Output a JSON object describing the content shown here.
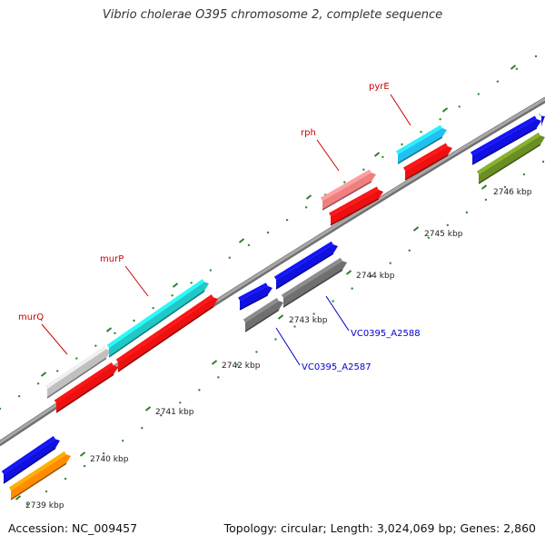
{
  "title": "Vibrio cholerae O395 chromosome 2, complete sequence",
  "footer": {
    "accession": "Accession: NC_009457",
    "stats": "Topology: circular; Length: 3,024,069 bp; Genes: 2,860"
  },
  "colors": {
    "backbone": "#8c8c8c",
    "tick_dot": "#2e8b2e",
    "gene_label_red": "#cc0000",
    "gene_label_blue": "#0000cc"
  },
  "scale_labels": [
    "2739 kbp",
    "2740 kbp",
    "2741 kbp",
    "2742 kbp",
    "2743 kbp",
    "2744 kbp",
    "2745 kbp",
    "2746 kbp"
  ],
  "gene_labels": [
    {
      "name": "murQ",
      "color": "#cc0000"
    },
    {
      "name": "murP",
      "color": "#cc0000"
    },
    {
      "name": "rph",
      "color": "#cc0000"
    },
    {
      "name": "pyrE",
      "color": "#cc0000"
    },
    {
      "name": "VC0395_A2587",
      "color": "#0000cc"
    },
    {
      "name": "VC0395_A2588",
      "color": "#0000cc"
    }
  ],
  "features": [
    {
      "color": "#1010e0",
      "lane": "outer"
    },
    {
      "color": "#ff8c00",
      "lane": "inner"
    },
    {
      "color": "#c0c0c0",
      "lane": "outer"
    },
    {
      "color": "#ee1010",
      "lane": "inner"
    },
    {
      "color": "#20c8c8",
      "lane": "outer"
    },
    {
      "color": "#ee1010",
      "lane": "inner"
    },
    {
      "color": "#1010e0",
      "lane": "outer"
    },
    {
      "color": "#707070",
      "lane": "inner"
    },
    {
      "color": "#1010e0",
      "lane": "outer"
    },
    {
      "color": "#707070",
      "lane": "inner"
    },
    {
      "color": "#f08080",
      "lane": "outer"
    },
    {
      "color": "#ee1010",
      "lane": "inner"
    },
    {
      "color": "#20c0f0",
      "lane": "outer"
    },
    {
      "color": "#ee1010",
      "lane": "inner"
    },
    {
      "color": "#1010e0",
      "lane": "outer"
    },
    {
      "color": "#6b8e23",
      "lane": "inner"
    },
    {
      "color": "#1010e0",
      "lane": "outer"
    }
  ]
}
